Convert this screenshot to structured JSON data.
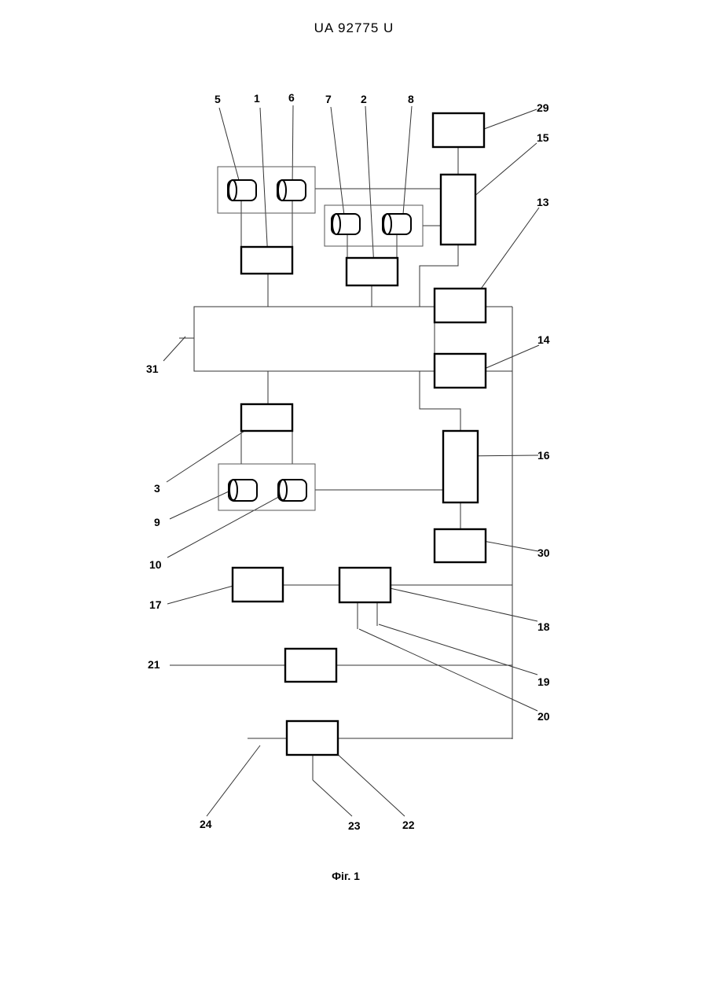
{
  "header": {
    "title": "UA   92775   U"
  },
  "caption": "Фіг. 1",
  "labels": [
    "1",
    "2",
    "3",
    "5",
    "6",
    "7",
    "8",
    "9",
    "10",
    "13",
    "14",
    "15",
    "16",
    "17",
    "18",
    "19",
    "20",
    "21",
    "22",
    "23",
    "24",
    "29",
    "30",
    "31"
  ]
}
